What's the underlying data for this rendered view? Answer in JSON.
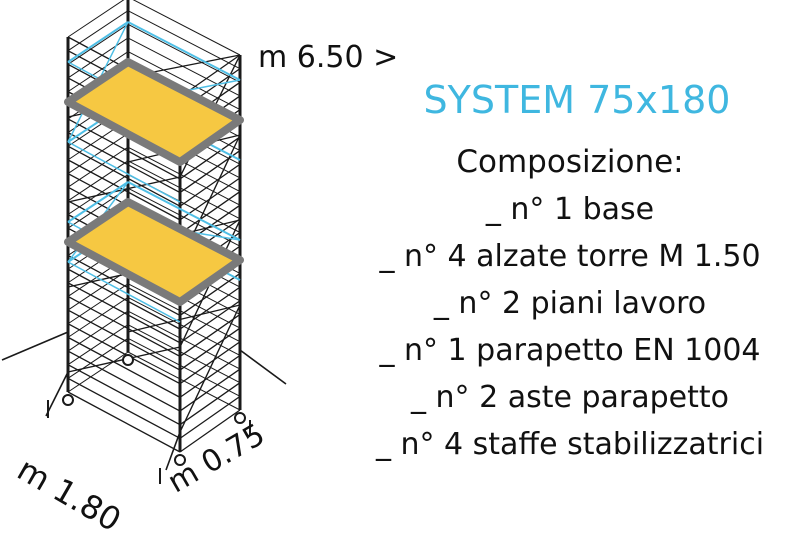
{
  "tower": {
    "height_label": "m 6.50 >",
    "length_label": "m 1.80",
    "width_label": "m 0.75",
    "colors": {
      "frame": "#1a1a1a",
      "guardrail": "#4fbfe6",
      "platform_fill": "#f6c842",
      "platform_edge": "#7a7a7a"
    }
  },
  "info": {
    "title": "SYSTEM 75x180",
    "heading": "Composizione:",
    "items": [
      "_ n° 1 base",
      "_ n° 4 alzate torre M 1.50",
      "_ n° 2 piani lavoro",
      "_ n° 1 parapetto EN 1004",
      "_ n° 2 aste parapetto",
      "_ n° 4 staffe stabilizzatrici"
    ]
  }
}
